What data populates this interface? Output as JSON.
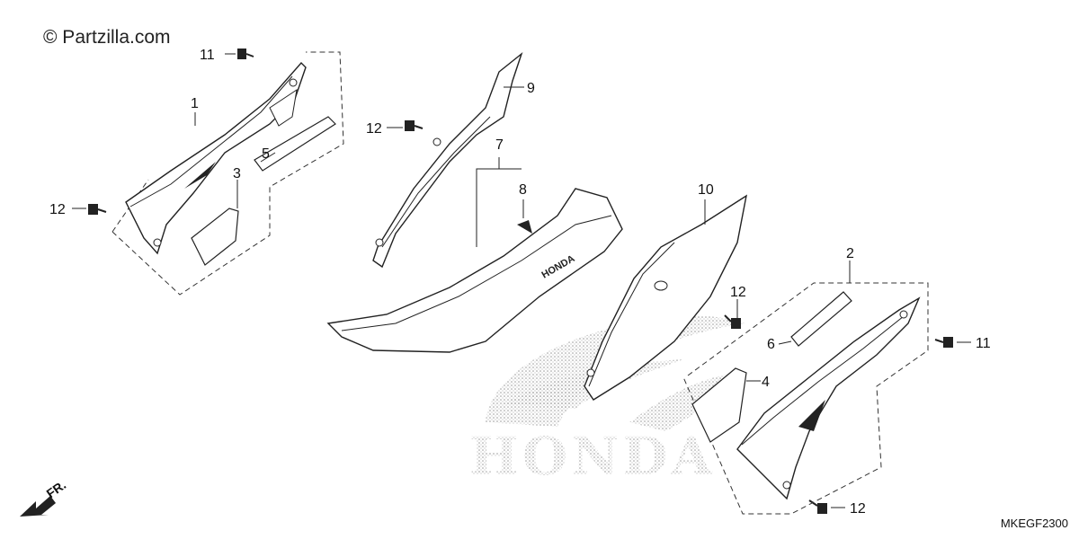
{
  "watermark": {
    "copyright": "© Partzilla.com",
    "brand": "HONDA"
  },
  "diagram": {
    "code": "MKEGF2300",
    "direction_label": "FR.",
    "seat_brand": "HONDA",
    "callouts": [
      {
        "id": "c1",
        "label": "1"
      },
      {
        "id": "c2",
        "label": "2"
      },
      {
        "id": "c3",
        "label": "3"
      },
      {
        "id": "c4",
        "label": "4"
      },
      {
        "id": "c5",
        "label": "5"
      },
      {
        "id": "c6",
        "label": "6"
      },
      {
        "id": "c7",
        "label": "7"
      },
      {
        "id": "c8",
        "label": "8"
      },
      {
        "id": "c9",
        "label": "9"
      },
      {
        "id": "c10",
        "label": "10"
      },
      {
        "id": "c11a",
        "label": "11"
      },
      {
        "id": "c11b",
        "label": "11"
      },
      {
        "id": "c12a",
        "label": "12"
      },
      {
        "id": "c12b",
        "label": "12"
      },
      {
        "id": "c12c",
        "label": "12"
      },
      {
        "id": "c12d",
        "label": "12"
      }
    ]
  }
}
